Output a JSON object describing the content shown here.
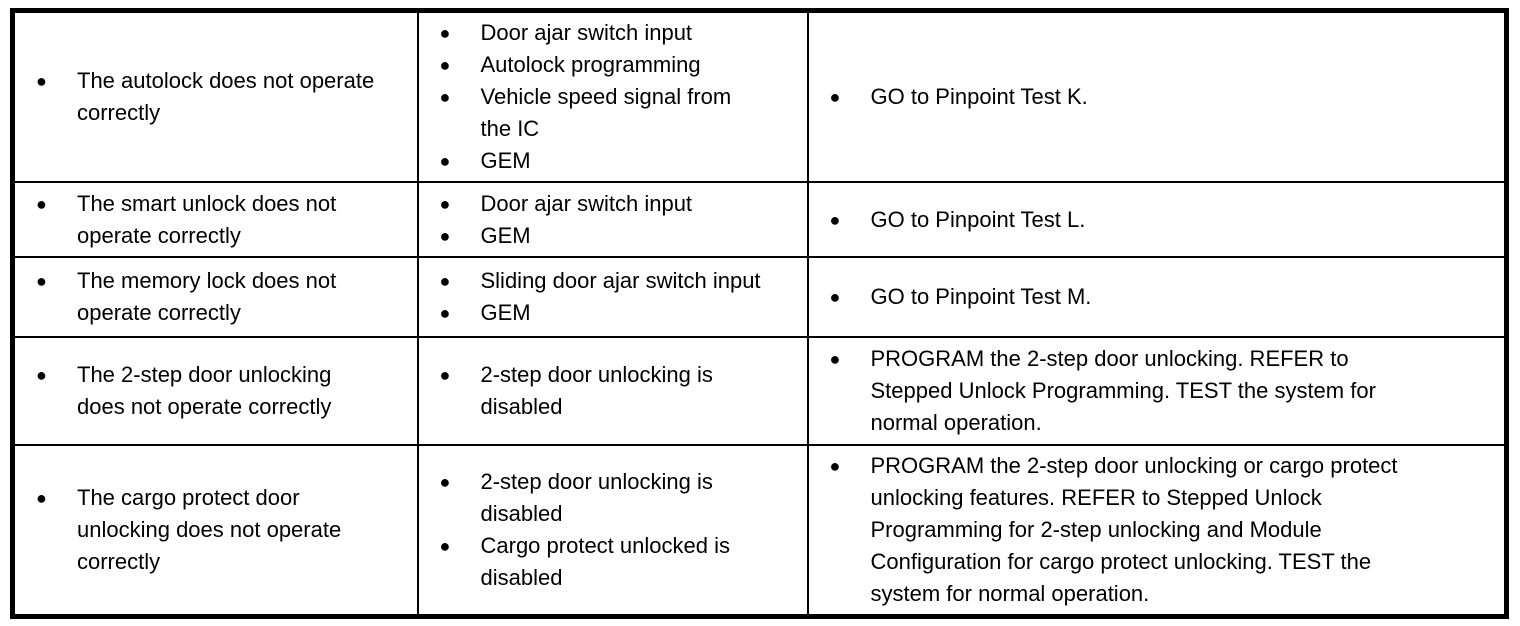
{
  "colors": {
    "background": "#ffffff",
    "border": "#000000",
    "text": "#000000"
  },
  "table": {
    "bullet_glyph": "●",
    "rows": [
      {
        "condition": [
          "The autolock does not operate\ncorrectly"
        ],
        "sources": [
          "Door ajar switch input",
          "Autolock programming",
          "Vehicle speed signal from\nthe IC",
          "GEM"
        ],
        "actions": [
          "GO to Pinpoint Test K."
        ]
      },
      {
        "condition": [
          "The smart unlock does not\noperate correctly"
        ],
        "sources": [
          "Door ajar switch input",
          "GEM"
        ],
        "actions": [
          "GO to Pinpoint Test L."
        ]
      },
      {
        "condition": [
          "The memory lock does not\noperate correctly"
        ],
        "sources": [
          "Sliding door ajar switch input",
          "GEM"
        ],
        "actions": [
          "GO to Pinpoint Test M."
        ]
      },
      {
        "condition": [
          "The 2-step door unlocking\ndoes not operate correctly"
        ],
        "sources": [
          "2-step door unlocking is\ndisabled"
        ],
        "actions": [
          "PROGRAM the 2-step door unlocking. REFER to\nStepped Unlock Programming. TEST the system for\nnormal operation."
        ]
      },
      {
        "condition": [
          "The cargo protect door\nunlocking does not operate\ncorrectly"
        ],
        "sources": [
          "2-step door unlocking is\ndisabled",
          "Cargo protect unlocked is\ndisabled"
        ],
        "actions": [
          "PROGRAM the 2-step door unlocking or cargo protect\nunlocking features. REFER to Stepped Unlock\nProgramming for 2-step unlocking and Module\nConfiguration for cargo protect unlocking. TEST the\nsystem for normal operation."
        ]
      }
    ]
  }
}
